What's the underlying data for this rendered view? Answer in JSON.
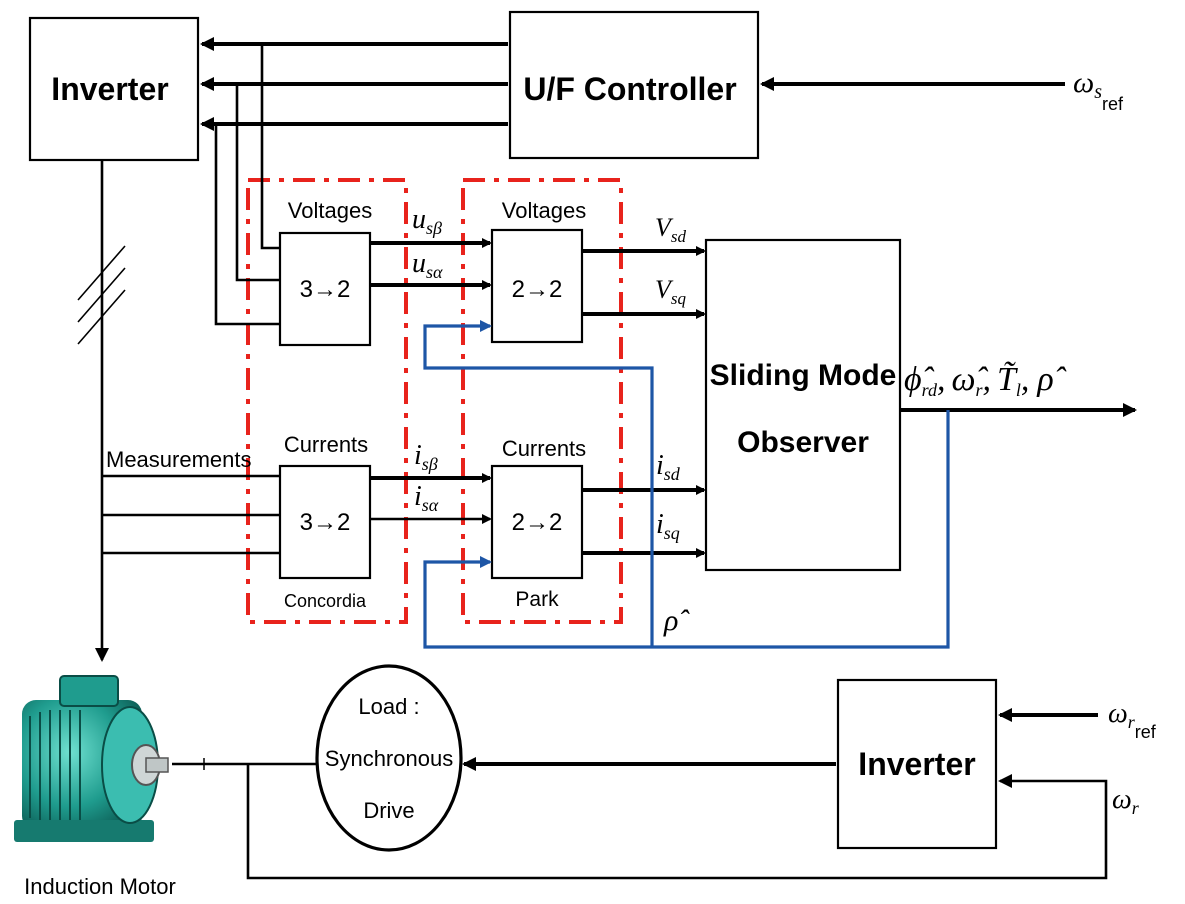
{
  "blocks": {
    "inverter_top": "Inverter",
    "uf_controller": "U/F Controller",
    "voltages_left": "Voltages",
    "voltages_right": "Voltages",
    "currents_left": "Currents",
    "currents_right": "Currents",
    "conv_volt_left": "3→2",
    "conv_volt_right": "2→2",
    "conv_curr_left": "3→2",
    "conv_curr_right": "2→2",
    "concordia": "Concordia",
    "park": "Park",
    "observer_line1": "Sliding Mode",
    "observer_line2": "Observer",
    "measurements": "Measurements",
    "load_line1": "Load :",
    "load_line2": "Synchronous",
    "load_line3": "Drive",
    "inverter_bottom": "Inverter",
    "induction_motor": "Induction Motor"
  },
  "signals": {
    "omega_s_ref": {
      "base": "ω",
      "sub": "s",
      "subsub": "ref"
    },
    "u_s_beta": {
      "base": "u",
      "sub": "sβ"
    },
    "u_s_alpha": {
      "base": "u",
      "sub": "sα"
    },
    "v_sd": {
      "base": "V",
      "sub": "sd"
    },
    "v_sq": {
      "base": "V",
      "sub": "sq"
    },
    "i_s_beta": {
      "base": "i",
      "sub": "sβ"
    },
    "i_s_alpha": {
      "base": "i",
      "sub": "sα"
    },
    "i_sd": {
      "base": "i",
      "sub": "sd"
    },
    "i_sq": {
      "base": "i",
      "sub": "sq"
    },
    "rho_hat": "ρ̂",
    "outputs": {
      "phi": "ϕ̂",
      "phi_sub": "rd",
      "omega": "ω̂",
      "omega_sub": "r",
      "torque": "T̃",
      "torque_sub": "l",
      "rho": "ρ̂",
      "sep": ","
    },
    "omega_r_ref": {
      "base": "ω",
      "sub": "r",
      "subsub": "ref"
    },
    "omega_r": {
      "base": "ω",
      "sub": "r"
    }
  },
  "colors": {
    "dashed_frames": "#e8231c",
    "feedback_lines": "#1e56a6",
    "motor_body": "#1f9c8e"
  },
  "icons": [
    "induction-motor-icon"
  ]
}
